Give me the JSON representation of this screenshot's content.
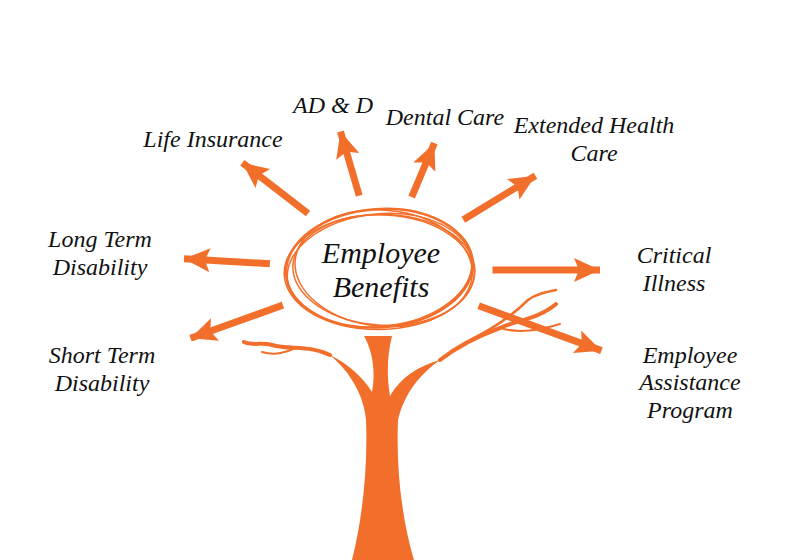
{
  "diagram": {
    "nodes": [
      {
        "text": [
          "Employee Benefits"
        ]
      },
      {
        "text": [
          "Life Insurance"
        ]
      },
      {
        "text": [
          "AD & D"
        ]
      },
      {
        "text": [
          "Dental Care"
        ]
      },
      {
        "text": [
          "Extended Health Care"
        ]
      },
      {
        "text": [
          "Long Term Disability"
        ]
      },
      {
        "text": [
          "Critical Illness"
        ]
      },
      {
        "text": [
          "Short Term Disability"
        ]
      },
      {
        "text": [
          "Employee Assistance Program"
        ]
      }
    ],
    "edges": [
      {
        "from": 0,
        "to": 1,
        "arrow": "to"
      },
      {
        "from": 0,
        "to": 2,
        "arrow": "to"
      },
      {
        "from": 0,
        "to": 3,
        "arrow": "to"
      },
      {
        "from": 0,
        "to": 4,
        "arrow": "to"
      },
      {
        "from": 0,
        "to": 5,
        "arrow": "to"
      },
      {
        "from": 0,
        "to": 6,
        "arrow": "to"
      },
      {
        "from": 0,
        "to": 7,
        "arrow": "to"
      },
      {
        "from": 0,
        "to": 8,
        "arrow": "to"
      }
    ]
  }
}
